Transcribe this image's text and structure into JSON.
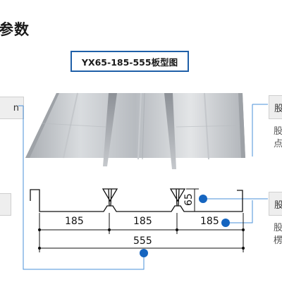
{
  "heading": "参数",
  "board_title": "YX65-185-555板型图",
  "left_tabs": {
    "top": "n",
    "bottom": ""
  },
  "right_tabs": {
    "top": "股",
    "bottom": "股"
  },
  "right_notes": {
    "top_line1": "股",
    "top_line2": "点",
    "bottom_line1": "股",
    "bottom_line2": "楞"
  },
  "dimensions": {
    "rib_pitch_1": "185",
    "rib_pitch_2": "185",
    "rib_pitch_3": "185",
    "total_width": "555",
    "rib_height": "65"
  },
  "colors": {
    "accent_blue": "#1f5fa8",
    "marker_blue": "#1565c0",
    "leader_line": "#4a90d9"
  }
}
